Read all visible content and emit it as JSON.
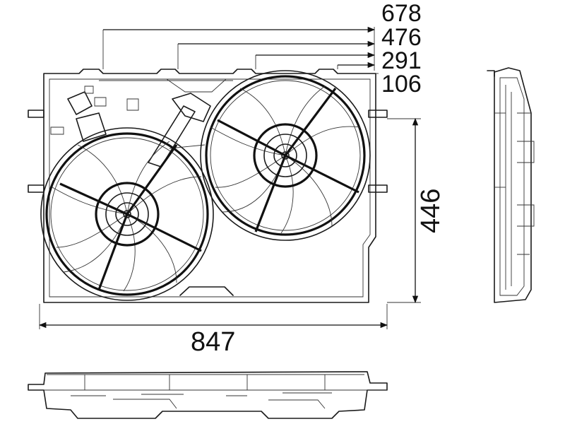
{
  "dimensions": {
    "width_678": "678",
    "width_476": "476",
    "width_291": "291",
    "width_106": "106",
    "height": "446",
    "overall_width": "847"
  },
  "views": [
    "front",
    "side",
    "bottom"
  ],
  "colors": {
    "line": "#1a1a1a",
    "background": "#ffffff"
  }
}
